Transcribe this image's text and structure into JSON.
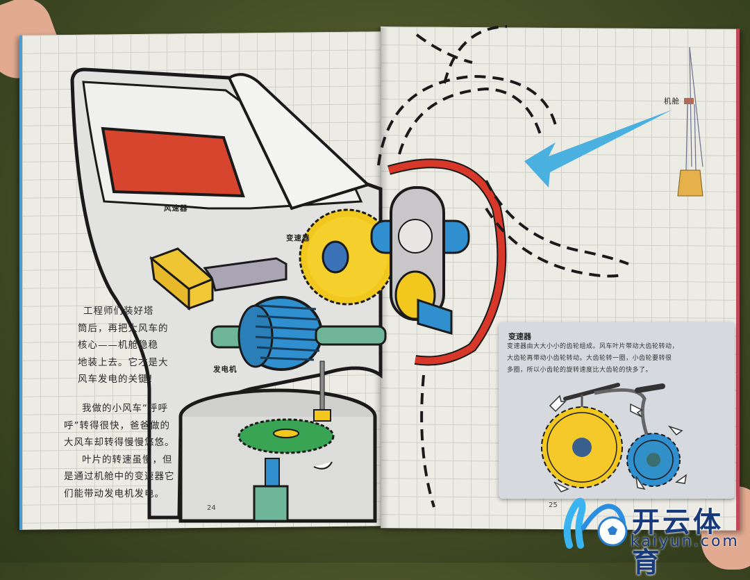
{
  "book": {
    "left_page": {
      "page_number": "24",
      "paragraphs": [
        "工程师们装好塔",
        "筒后，再把大风车的",
        "核心——机舱稳稳",
        "地装上去。它才是大",
        "风车发电的关键！"
      ],
      "paragraphs_2": [
        "我做的小风车“呼呼",
        "呼”转得很快，爸爸做的",
        "大风车却转得慢慢悠悠。",
        "叶片的转速虽慢，但",
        "是通过机舱中的变速器它",
        "们能带动发电机发电。"
      ],
      "labels": {
        "anemometer": "风速器",
        "gearbox": "变速器",
        "generator": "发电机"
      }
    },
    "right_page": {
      "page_number": "25",
      "nacelle_label": "机舱",
      "inset": {
        "title": "变速器",
        "lines": [
          "变速器由大大小小的齿轮组成。风车叶片带动大齿轮转动，",
          "大齿轮再带动小齿轮转动。大齿轮转一圈，小齿轮要转很",
          "多圈，所以小齿轮的旋转速度比大齿轮的快多了。"
        ]
      }
    },
    "colors": {
      "paper": "#ecebe4",
      "red_band": "#d8382a",
      "gear_yellow": "#f2c81e",
      "shaft_blue": "#2f8fcf",
      "arrow_blue": "#4ab0e0",
      "gear_green": "#3aa455",
      "inset_bg": "#d6d9de"
    }
  },
  "watermark": {
    "logo_text": "开云体育",
    "url": "kaiyun.com"
  }
}
